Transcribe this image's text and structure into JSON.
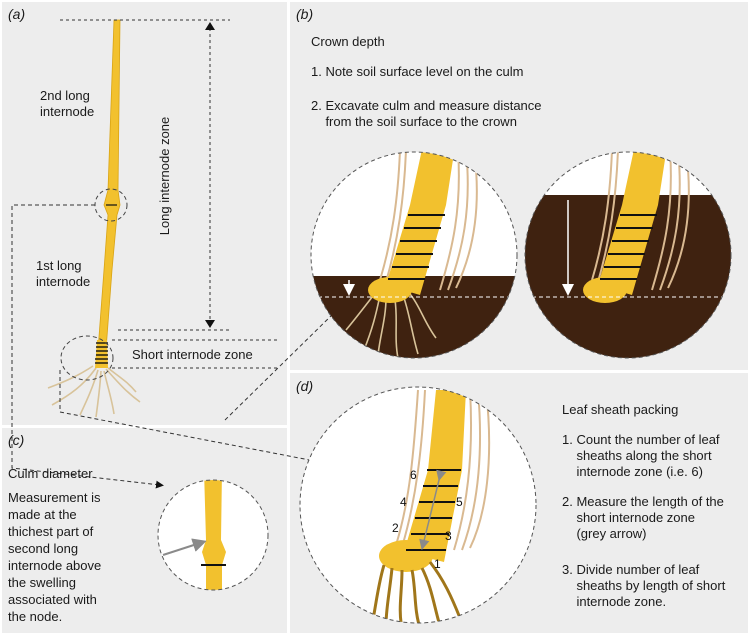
{
  "colors": {
    "panel_bg": "#ededed",
    "culm_yellow": "#f2c12e",
    "culm_outline": "#d9a414",
    "root_tan": "#d8c39a",
    "soil_brown": "#3f2210",
    "sheath_tan": "#d9b991",
    "band_black": "#111111",
    "arrow_grey": "#8a8a8a"
  },
  "panel_a": {
    "label": "(a)",
    "second_long_internode": [
      "2nd long",
      "internode"
    ],
    "first_long_internode": [
      "1st long",
      "internode"
    ],
    "long_internode_zone": "Long internode zone",
    "short_internode_zone": "Short internode zone"
  },
  "panel_b": {
    "label": "(b)",
    "title": "Crown depth",
    "step1": "1. Note soil surface level on the culm",
    "step2": [
      "2. Excavate culm and measure distance",
      "    from the soil surface to the crown"
    ]
  },
  "panel_c": {
    "label": "(c)",
    "title": "Culm diameter",
    "text": [
      "Measurement is",
      "made at the",
      "thichest part of",
      "second long",
      "internode above",
      "the swelling",
      "associated with",
      "the node."
    ]
  },
  "panel_d": {
    "label": "(d)",
    "title": "Leaf sheath packing",
    "step1": [
      "1. Count the number of leaf",
      "    sheaths along the short",
      "    internode zone (i.e. 6)"
    ],
    "step2": [
      "2. Measure the length of the",
      "    short internode zone",
      "    (grey arrow)"
    ],
    "step3": [
      "3. Divide number of leaf",
      "    sheaths by length of short",
      "    internode zone."
    ],
    "sheath_numbers": [
      "1",
      "2",
      "3",
      "4",
      "5",
      "6"
    ]
  }
}
